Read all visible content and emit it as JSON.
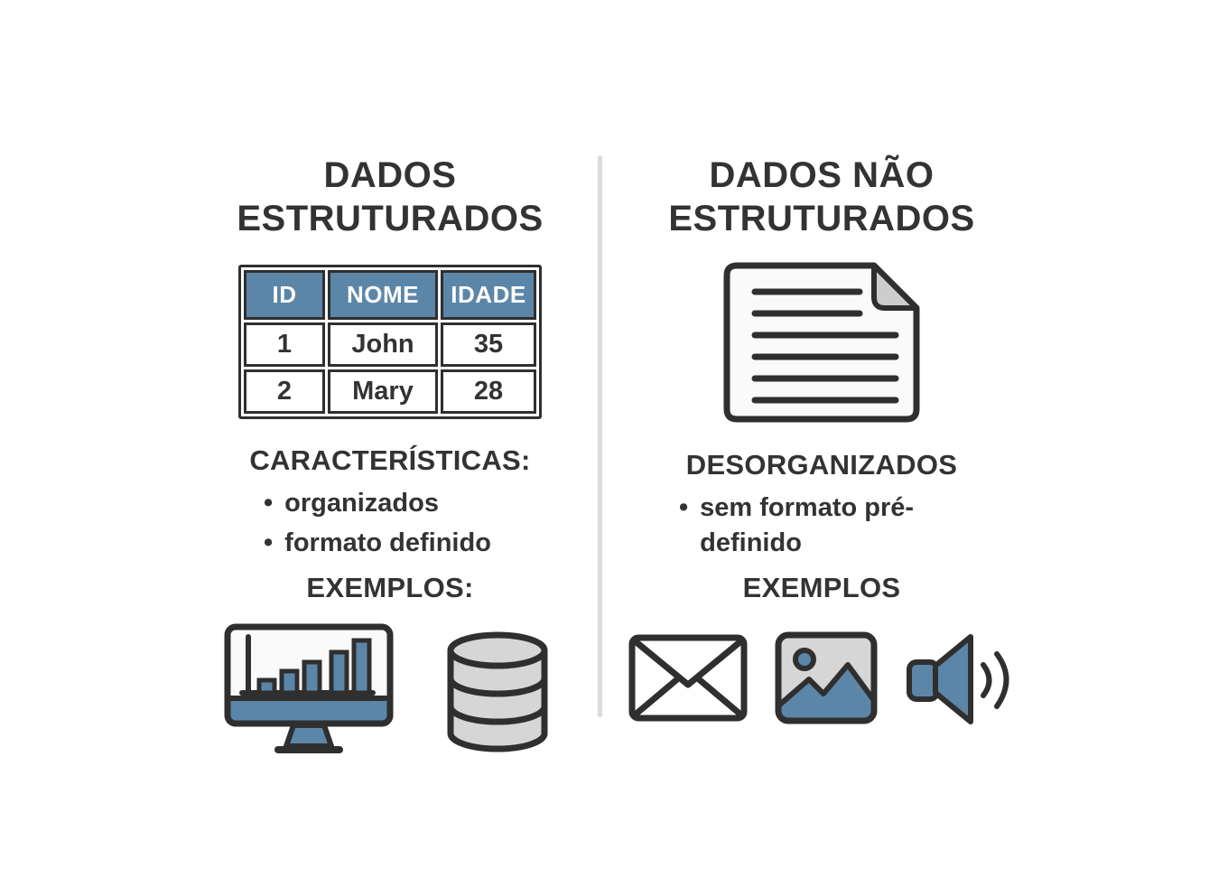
{
  "canvas": {
    "background": "#ffffff"
  },
  "colors": {
    "accent_blue": "#5c86a8",
    "outline_dark": "#2f2f2f",
    "text_dark": "#333333",
    "gray_fill": "#d6d6d6",
    "document_fill": "#fafafa",
    "fold_gray": "#cdcdcd",
    "divider_gray": "#dbdbdb"
  },
  "left_column": {
    "title_line1": "DADOS",
    "title_line2": "ESTRUTURADOS",
    "table": {
      "headers": [
        "ID",
        "NOME",
        "IDADE"
      ],
      "rows": [
        [
          "1",
          "John",
          "35"
        ],
        [
          "2",
          "Mary",
          "28"
        ]
      ]
    },
    "characteristics_heading": "CARACTERÍSTICAS:",
    "bullet_marker": "•",
    "bullets": [
      "organizados",
      "formato definido"
    ],
    "examples_heading": "EXEMPLOS:",
    "example_icons": [
      "monitor-bar-chart-icon",
      "database-icon"
    ]
  },
  "right_column": {
    "title_line1": "DADOS NÃO",
    "title_line2": "ESTRUTURADOS",
    "document_icon": "document-icon",
    "characteristics_heading": "DESORGANIZADOS",
    "bullet_marker": "•",
    "bullets": [
      "sem formato pré-definido"
    ],
    "examples_heading": "EXEMPLOS",
    "example_icons": [
      "envelope-icon",
      "image-icon",
      "audio-speaker-icon"
    ]
  }
}
